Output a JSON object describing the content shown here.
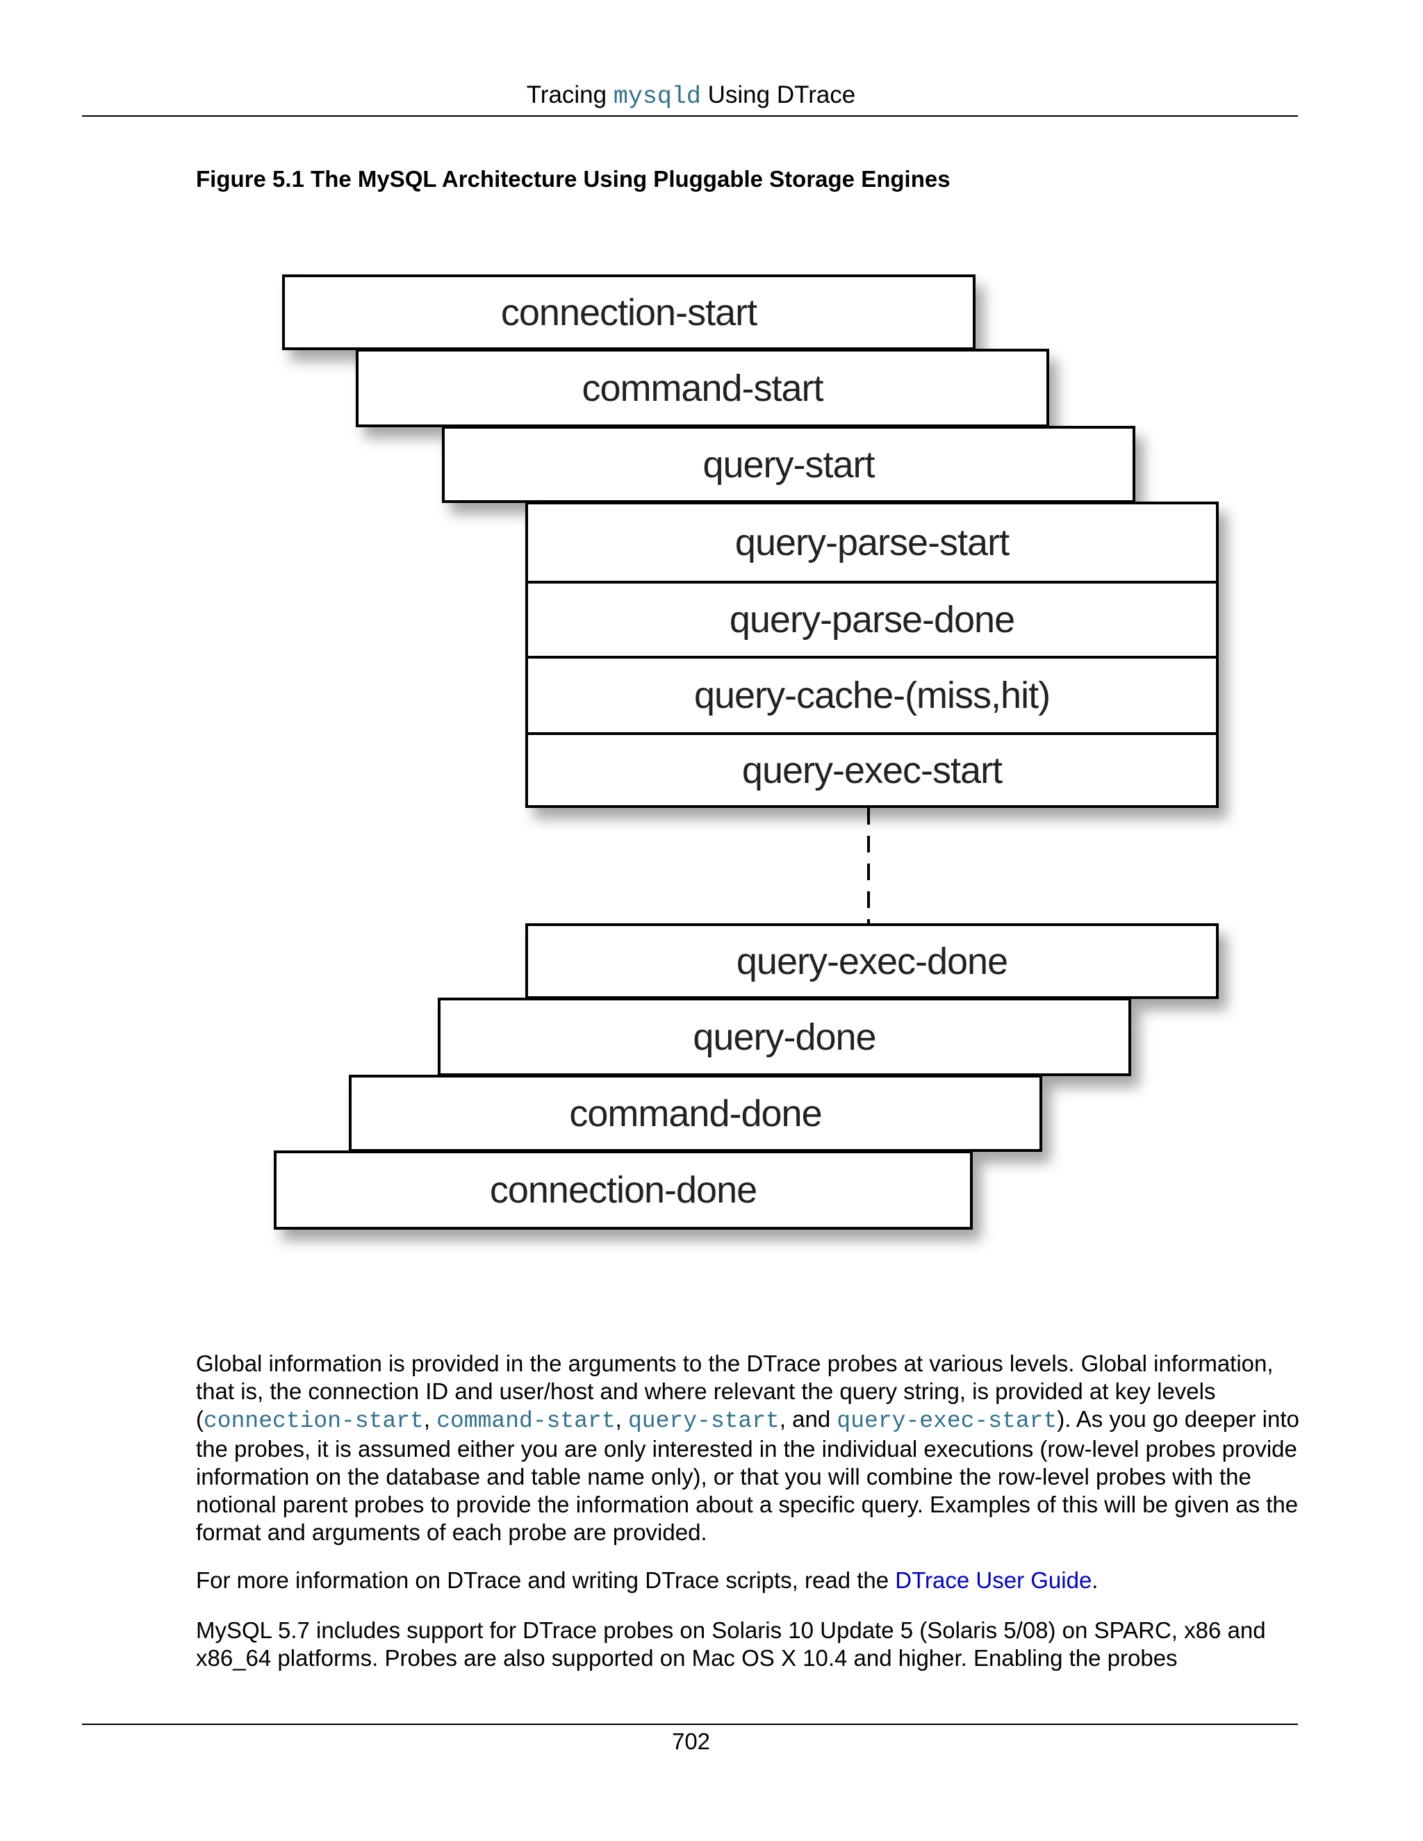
{
  "header": {
    "prefix": "Tracing",
    "code": "mysqld",
    "suffix": "Using DTrace"
  },
  "figure": {
    "title": "Figure 5.1 The MySQL Architecture Using Pluggable Storage Engines",
    "boxes": {
      "connection_start": "connection-start",
      "command_start": "command-start",
      "query_start": "query-start",
      "query_parse_start": "query-parse-start",
      "query_parse_done": "query-parse-done",
      "query_cache": "query-cache-(miss,hit)",
      "query_exec_start": "query-exec-start",
      "query_exec_done": "query-exec-done",
      "query_done": "query-done",
      "command_done": "command-done",
      "connection_done": "connection-done"
    }
  },
  "body": {
    "p1": {
      "t1": "Global information is provided in the arguments to the DTrace probes at various levels. Global information, that is, the connection ID and user/host and where relevant the query string, is provided at key levels (",
      "c1": "connection-start",
      "t2": ", ",
      "c2": "command-start",
      "t3": ", ",
      "c3": "query-start",
      "t4": ", and ",
      "c4": "query-exec-start",
      "t5": "). As you go deeper into the probes, it is assumed either you are only interested in the individual executions (row-level probes provide information on the database and table name only), or that you will combine the row-level probes with the notional parent probes to provide the information about a specific query. Examples of this will be given as the format and arguments of each probe are provided."
    },
    "p2": {
      "t1": "For more information on DTrace and writing DTrace scripts, read the ",
      "link": "DTrace User Guide",
      "t2": "."
    },
    "p3": "MySQL 5.7 includes support for DTrace probes on Solaris 10 Update 5 (Solaris 5/08) on SPARC, x86 and x86_64 platforms. Probes are also supported on Mac OS X 10.4 and higher. Enabling the probes"
  },
  "footer": {
    "page_number": "702"
  }
}
